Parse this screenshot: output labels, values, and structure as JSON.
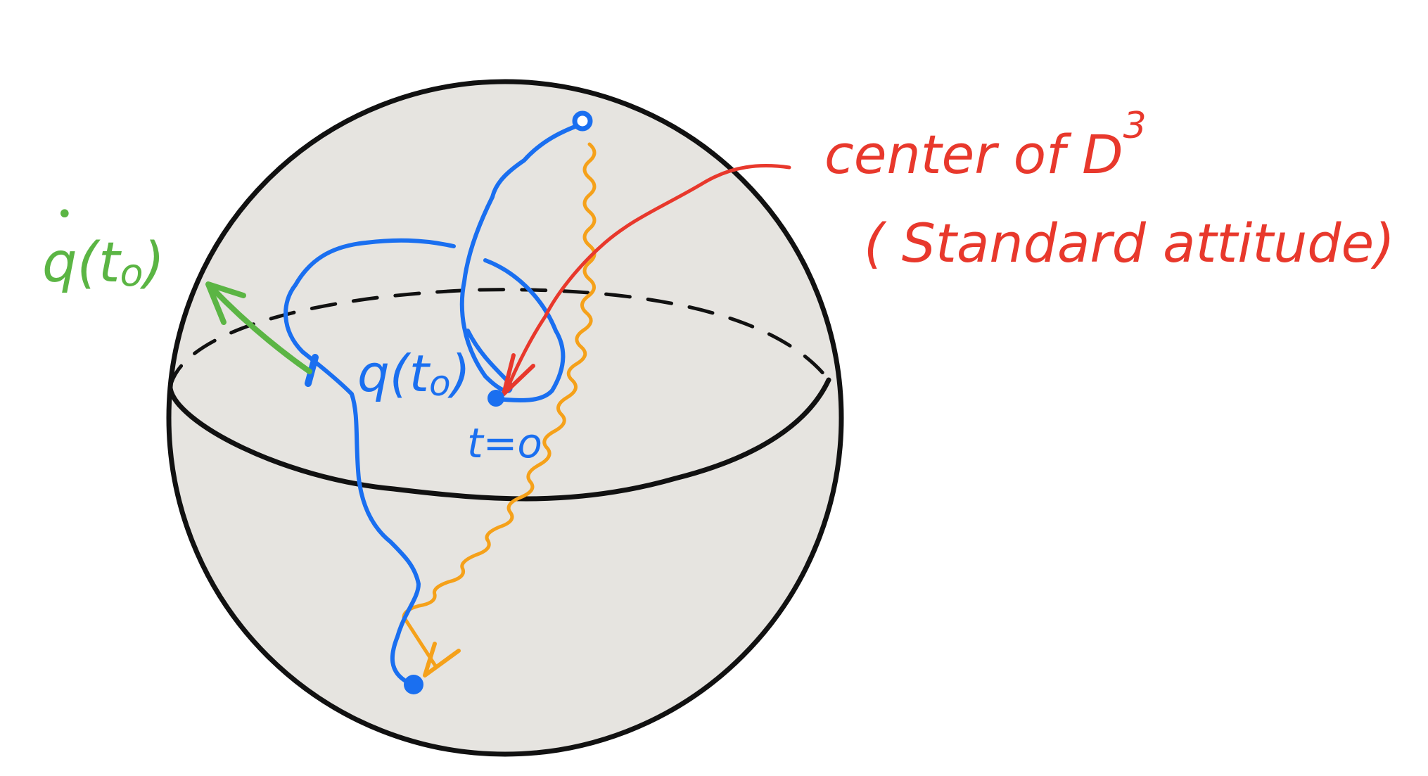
{
  "labels": {
    "center_line1": "center of D",
    "center_superscript": "3",
    "center_line2": "( Standard attitude)",
    "q_dot": "q(t",
    "q_dot_sub": "o",
    "q_dot_close": ")",
    "q_t": "q(t",
    "q_t_sub": "o",
    "q_t_close": ")",
    "t_zero": "t=o"
  },
  "colors": {
    "ball_fill": "#e6e4e0",
    "outline": "#111111",
    "path_blue": "#1a6ff0",
    "path_orange": "#f5a11a",
    "arrow_red": "#e8382c",
    "arrow_green": "#5bb544"
  }
}
